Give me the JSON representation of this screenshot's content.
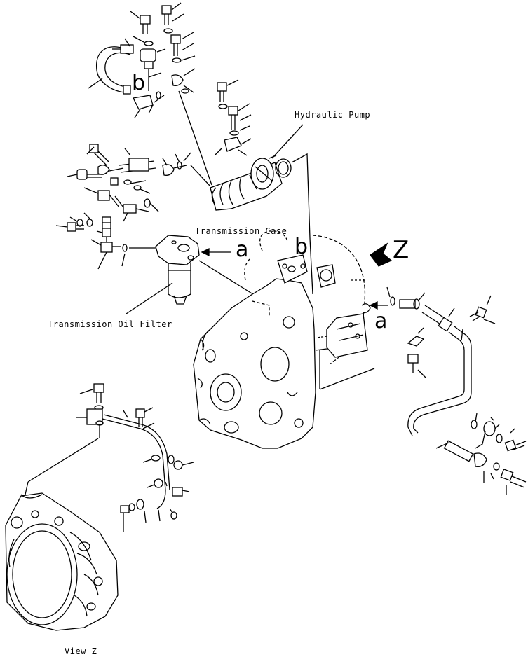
{
  "diagram": {
    "labels": {
      "hydraulic_pump": "Hydraulic Pump",
      "transmission_case": "Transmission Case",
      "transmission_oil_filter": "Transmission Oil Filter",
      "view_z": "View Z"
    },
    "markers": {
      "a_filter": "a",
      "b_case": "b",
      "b_hose": "b",
      "z_arrow": "Z",
      "a_right": "a"
    }
  }
}
